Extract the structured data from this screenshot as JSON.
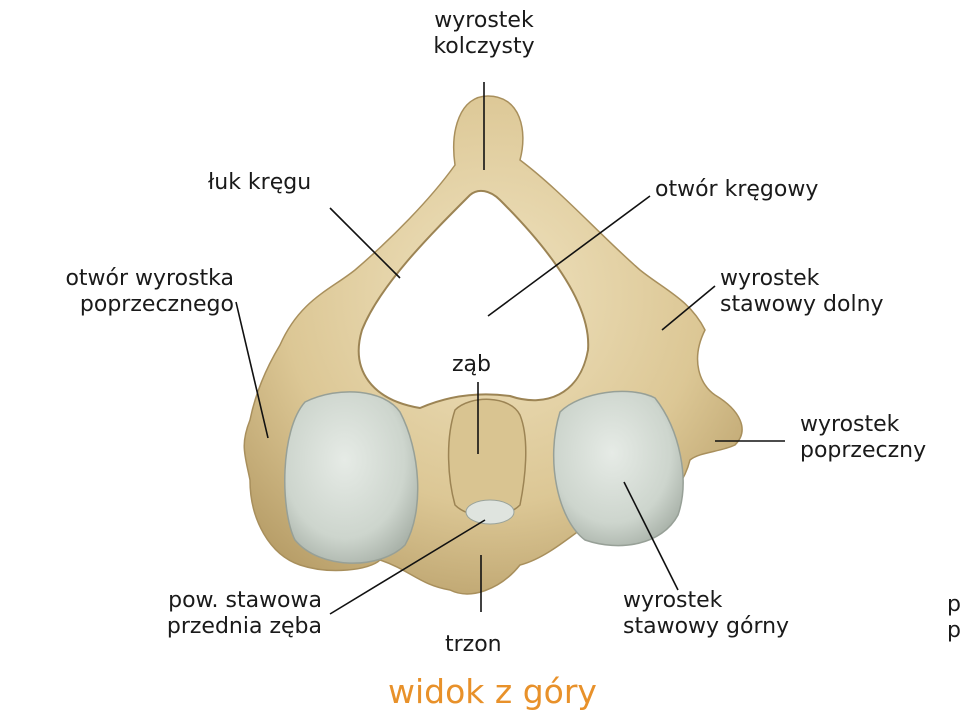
{
  "labels": {
    "spinous_process": [
      "wyrostek",
      "kolczysty"
    ],
    "vertebral_arch": "łuk kręgu",
    "vertebral_foramen": "otwór kręgowy",
    "transverse_foramen": [
      "otwór wyrostka",
      "poprzecznego"
    ],
    "inferior_articular_process": [
      "wyrostek",
      "stawowy dolny"
    ],
    "dens": "ząb",
    "transverse_process": [
      "wyrostek",
      "poprzeczny"
    ],
    "anterior_articular_facet_dens": [
      "pow. stawowa",
      "przednia zęba"
    ],
    "body": "trzon",
    "superior_articular_process": [
      "wyrostek",
      "stawowy górny"
    ],
    "cropped_fragment": [
      "p",
      "p"
    ]
  },
  "caption": "widok z góry",
  "colors": {
    "caption": "#e8912a",
    "bone": "#e2d0a4",
    "bone_shadow": "#b39a66",
    "cartilage": "#d2d9d2",
    "leader_line": "#111111"
  }
}
